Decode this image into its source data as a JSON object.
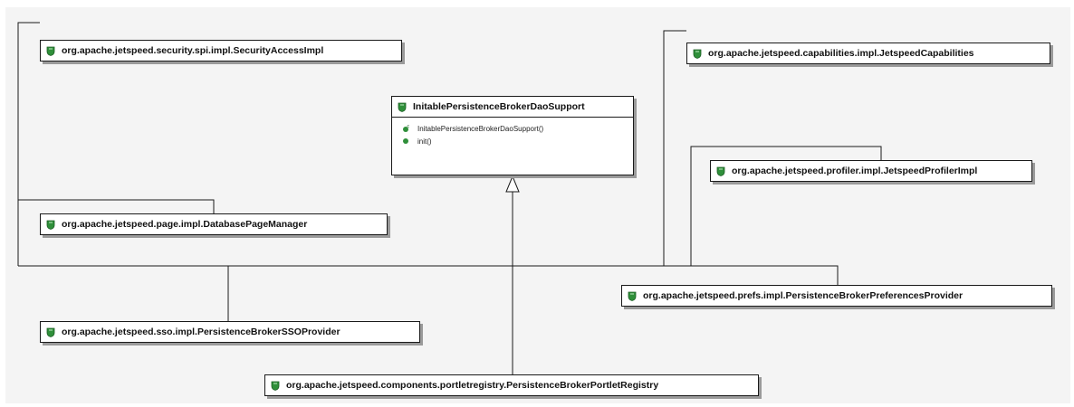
{
  "diagram": {
    "base_class": {
      "name": "InitablePersistenceBrokerDaoSupport",
      "operations": [
        {
          "label": "InitablePersistenceBrokerDaoSupport()",
          "icon": "constructor-icon"
        },
        {
          "label": "init()",
          "icon": "public-method-icon"
        }
      ]
    },
    "subclasses": {
      "security_access": "org.apache.jetspeed.security.spi.impl.SecurityAccessImpl",
      "page_manager": "org.apache.jetspeed.page.impl.DatabasePageManager",
      "sso_provider": "org.apache.jetspeed.sso.impl.PersistenceBrokerSSOProvider",
      "portlet_registry": "org.apache.jetspeed.components.portletregistry.PersistenceBrokerPortletRegistry",
      "capabilities": "org.apache.jetspeed.capabilities.impl.JetspeedCapabilities",
      "profiler": "org.apache.jetspeed.profiler.impl.JetspeedProfilerImpl",
      "prefs_provider": "org.apache.jetspeed.prefs.impl.PersistenceBrokerPreferencesProvider"
    },
    "colors": {
      "class_icon": "#2f8f3a",
      "line": "#1a1a1a",
      "background": "#f4f4f4"
    }
  }
}
